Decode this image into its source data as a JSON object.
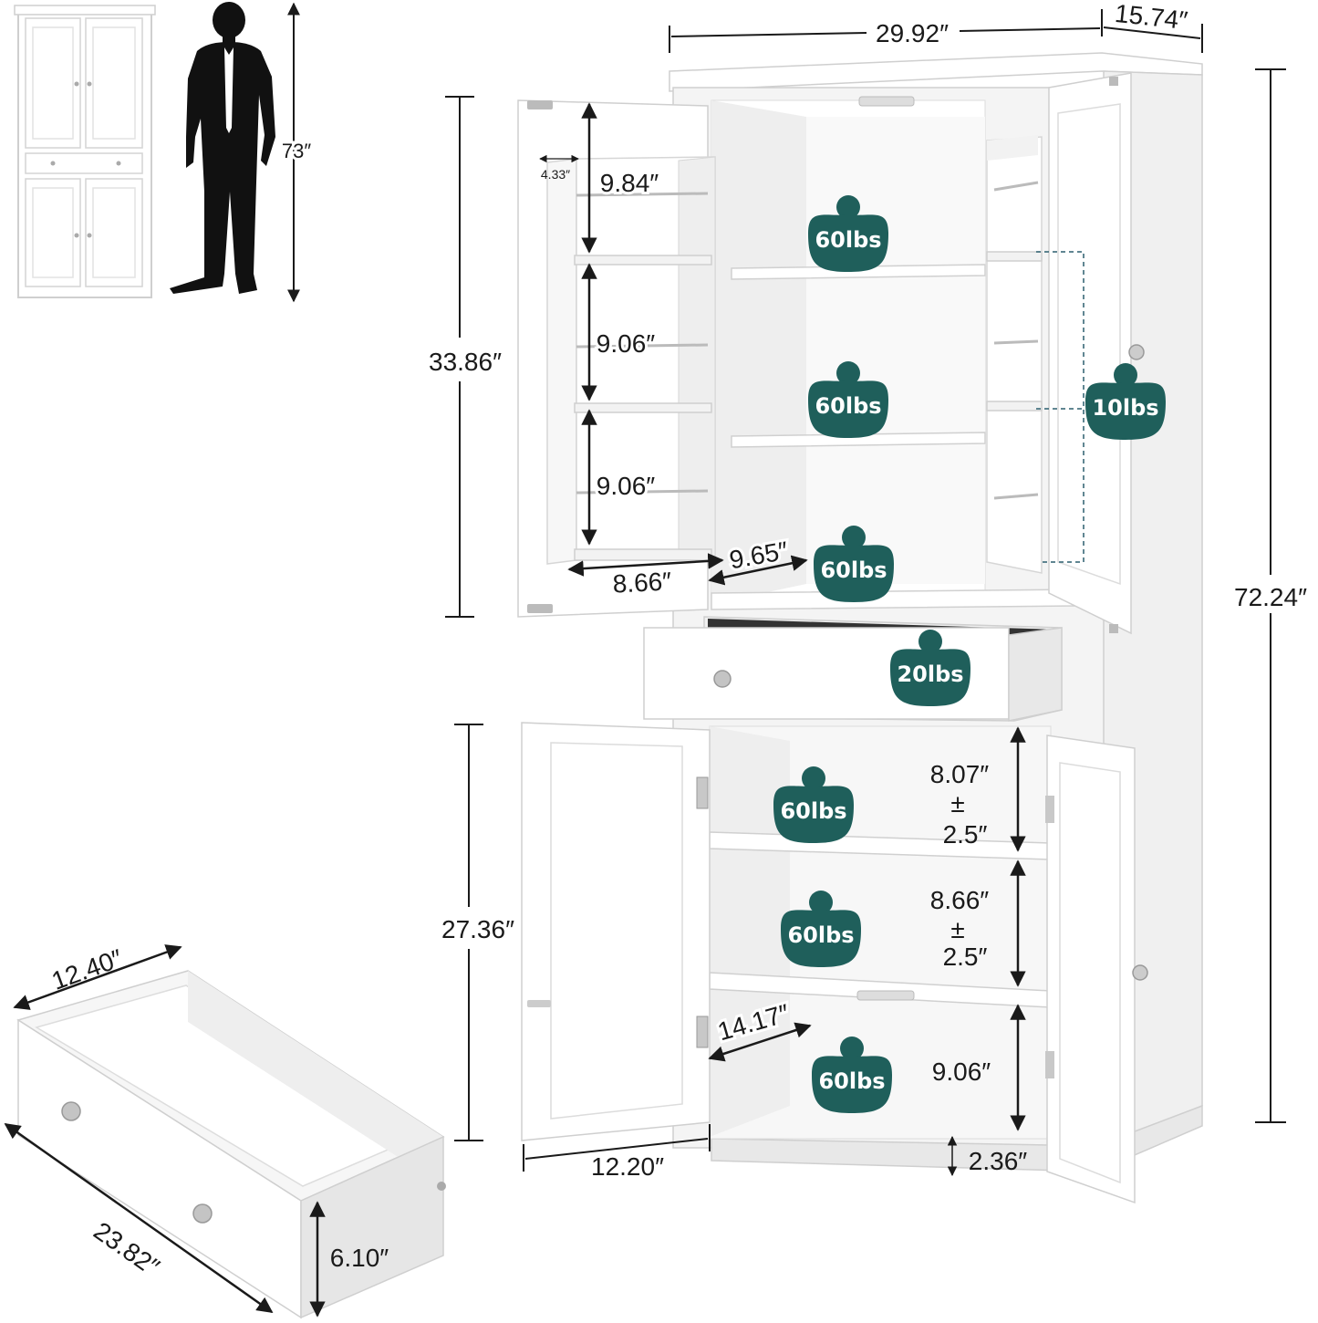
{
  "colors": {
    "weight_badge": "#1f5f5b",
    "cabinet_white": "#ffffff",
    "cabinet_edge": "#cfcfcf",
    "shadow_gray": "#e9e9e9",
    "dimension_line": "#222222",
    "silhouette": "#111111"
  },
  "person_height": "73″",
  "dimensions": {
    "overall_width": "29.92″",
    "overall_depth": "15.74″",
    "overall_height": "72.24″",
    "upper_height": "33.86″",
    "lower_height": "27.36″",
    "door_rack_depth": "4.33″",
    "upper_door_shelf_1": "9.84″",
    "upper_door_shelf_2": "9.06″",
    "upper_door_shelf_3": "9.06″",
    "upper_door_width": "8.66″",
    "upper_shelf_depth": "9.65″",
    "lower_gap_1": "8.07″",
    "lower_gap_1_tolerance": "±",
    "lower_gap_1_adjust": "2.5″",
    "lower_gap_2": "8.66″",
    "lower_gap_2_tolerance": "±",
    "lower_gap_2_adjust": "2.5″",
    "lower_gap_3": "9.06″",
    "lower_shelf_depth": "14.17″",
    "lower_door_width": "12.20″",
    "base_height": "2.36″",
    "drawer_depth": "12.40″",
    "drawer_length": "23.82″",
    "drawer_height": "6.10″"
  },
  "weights": {
    "upper_shelf_1": "60lbs",
    "upper_shelf_2": "60lbs",
    "upper_shelf_3": "60lbs",
    "door_rack": "10lbs",
    "drawer": "20lbs",
    "lower_shelf_1": "60lbs",
    "lower_shelf_2": "60lbs",
    "lower_shelf_3": "60lbs"
  }
}
